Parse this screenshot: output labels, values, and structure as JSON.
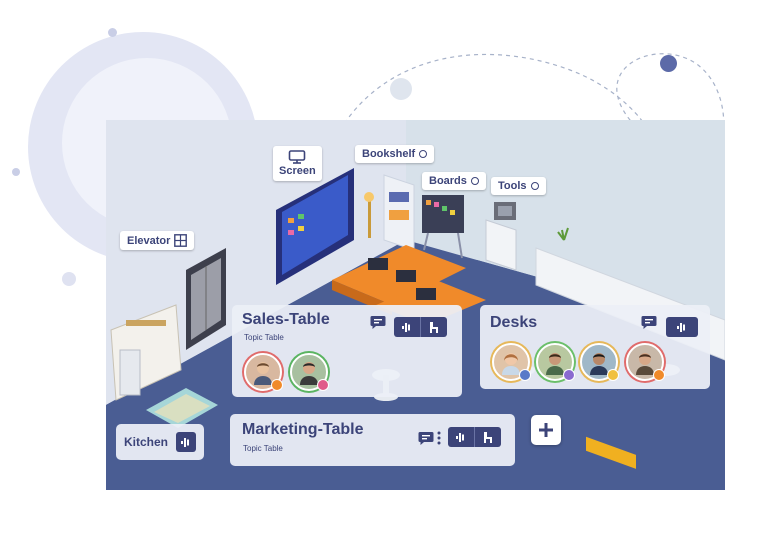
{
  "scene": {
    "labels": {
      "screen": "Screen",
      "bookshelf": "Bookshelf",
      "boards": "Boards",
      "tools": "Tools",
      "elevator": "Elevator",
      "kitchen": "Kitchen"
    }
  },
  "rooms": {
    "sales": {
      "title": "Sales-Table",
      "subtitle": "Topic Table"
    },
    "desks": {
      "title": "Desks"
    },
    "marketing": {
      "title": "Marketing-Table",
      "subtitle": "Topic Table"
    }
  },
  "icons": {
    "screen": "monitor-icon",
    "ring": "ring-icon",
    "elevator": "elevator-icon",
    "chat": "chat-icon",
    "audio": "audio-bars-icon",
    "seat": "seat-icon",
    "add": "plus-icon"
  },
  "colors": {
    "brand": "#3c4479",
    "floor": "#4a5d93",
    "wall": "#dde3ee",
    "accent_orange": "#f08a2a"
  }
}
